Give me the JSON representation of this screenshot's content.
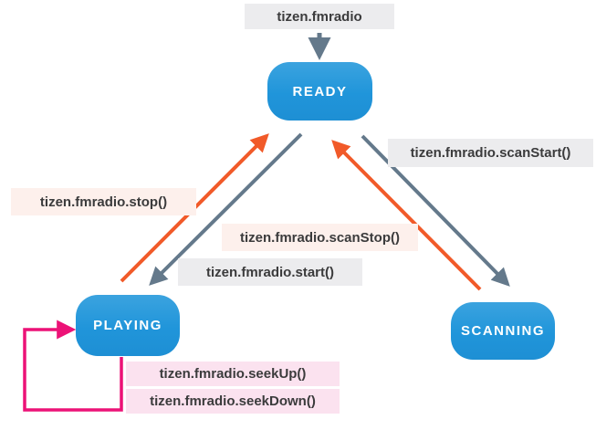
{
  "diagram": {
    "name": "tizen-fmradio-state-diagram",
    "states": [
      {
        "id": "ready",
        "label": "READY"
      },
      {
        "id": "playing",
        "label": "PLAYING"
      },
      {
        "id": "scanning",
        "label": "SCANNING"
      }
    ],
    "transitions": [
      {
        "label": "tizen.fmradio",
        "from": "",
        "to": "READY",
        "arrow_color": "gray",
        "label_bg": "gray"
      },
      {
        "label": "tizen.fmradio.stop()",
        "from": "PLAYING",
        "to": "READY",
        "arrow_color": "orange",
        "label_bg": "peach"
      },
      {
        "label": "tizen.fmradio.start()",
        "from": "READY",
        "to": "PLAYING",
        "arrow_color": "gray",
        "label_bg": "gray"
      },
      {
        "label": "tizen.fmradio.scanStart()",
        "from": "READY",
        "to": "SCANNING",
        "arrow_color": "gray",
        "label_bg": "gray"
      },
      {
        "label": "tizen.fmradio.scanStop()",
        "from": "SCANNING",
        "to": "READY",
        "arrow_color": "orange",
        "label_bg": "peach"
      },
      {
        "label": "tizen.fmradio.seekUp()",
        "from": "PLAYING",
        "to": "PLAYING",
        "arrow_color": "pink",
        "label_bg": "pink"
      },
      {
        "label": "tizen.fmradio.seekDown()",
        "from": "PLAYING",
        "to": "PLAYING",
        "arrow_color": "pink",
        "label_bg": "pink"
      }
    ],
    "colors": {
      "state_fill": "#2095da",
      "state_text": "#ffffff",
      "arrow_gray": "#64798b",
      "arrow_orange": "#f15a29",
      "arrow_pink": "#ec1277",
      "label_bg_gray": "#ececee",
      "label_bg_peach": "#fdf0ec",
      "label_bg_pink": "#fbe2ef",
      "label_text": "#3b3b3c",
      "background": "#ffffff"
    }
  }
}
